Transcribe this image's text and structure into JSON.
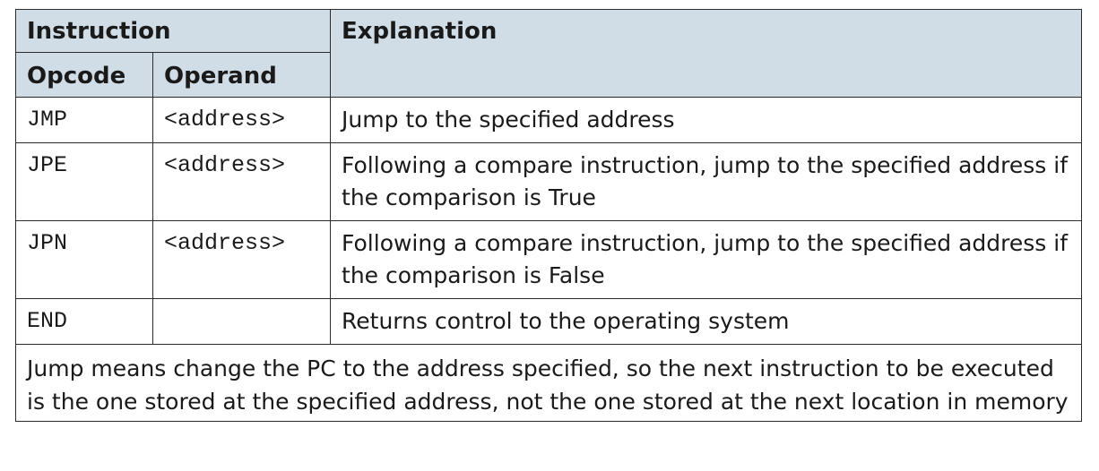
{
  "headers": {
    "instruction": "Instruction",
    "explanation": "Explanation",
    "opcode": "Opcode",
    "operand": "Operand"
  },
  "rows": [
    {
      "opcode": "JMP",
      "operand": "<address>",
      "explanation": "Jump to the specified address"
    },
    {
      "opcode": "JPE",
      "operand": "<address>",
      "explanation": "Following a compare instruction, jump to the specified address if the comparison is True"
    },
    {
      "opcode": "JPN",
      "operand": "<address>",
      "explanation": "Following a compare instruction, jump to the specified address if the comparison is False"
    },
    {
      "opcode": "END",
      "operand": "",
      "explanation": "Returns control to the operating system"
    }
  ],
  "note": "Jump means change the PC to the address specified, so the next instruction to be executed is the one stored at the specified address, not the one stored at the next location in memory",
  "colors": {
    "header_bg": "#d0dde6",
    "border": "#2b2b2b"
  }
}
